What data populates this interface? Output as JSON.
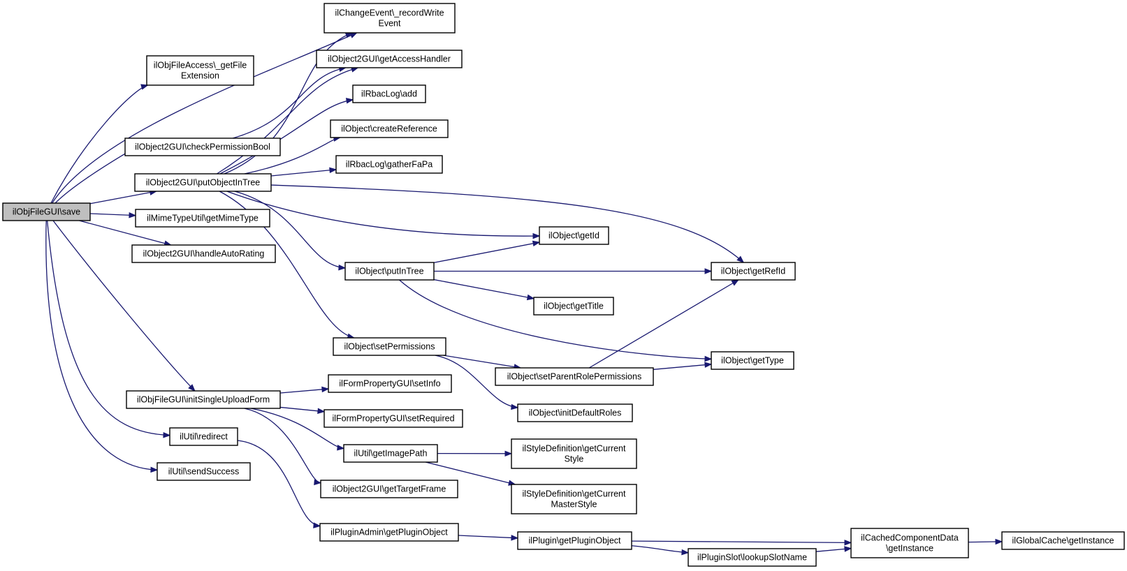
{
  "nodes": [
    {
      "id": "save",
      "lines": [
        "ilObjFileGUI\\save"
      ]
    },
    {
      "id": "getFileExt",
      "lines": [
        "ilObjFileAccess\\_getFile",
        "Extension"
      ]
    },
    {
      "id": "checkPerm",
      "lines": [
        "ilObject2GUI\\checkPermissionBool"
      ]
    },
    {
      "id": "putObj",
      "lines": [
        "ilObject2GUI\\putObjectInTree"
      ]
    },
    {
      "id": "mime",
      "lines": [
        "ilMimeTypeUtil\\getMimeType"
      ]
    },
    {
      "id": "autoRating",
      "lines": [
        "ilObject2GUI\\handleAutoRating"
      ]
    },
    {
      "id": "initForm",
      "lines": [
        "ilObjFileGUI\\initSingleUploadForm"
      ]
    },
    {
      "id": "redirect",
      "lines": [
        "ilUtil\\redirect"
      ]
    },
    {
      "id": "sendSuccess",
      "lines": [
        "ilUtil\\sendSuccess"
      ]
    },
    {
      "id": "recordWrite",
      "lines": [
        "ilChangeEvent\\_recordWrite",
        "Event"
      ]
    },
    {
      "id": "accessHandler",
      "lines": [
        "ilObject2GUI\\getAccessHandler"
      ]
    },
    {
      "id": "rbacAdd",
      "lines": [
        "ilRbacLog\\add"
      ]
    },
    {
      "id": "createRef",
      "lines": [
        "ilObject\\createReference"
      ]
    },
    {
      "id": "gatherFaPa",
      "lines": [
        "ilRbacLog\\gatherFaPa"
      ]
    },
    {
      "id": "getId",
      "lines": [
        "ilObject\\getId"
      ]
    },
    {
      "id": "putInTree",
      "lines": [
        "ilObject\\putInTree"
      ]
    },
    {
      "id": "getRefId",
      "lines": [
        "ilObject\\getRefId"
      ]
    },
    {
      "id": "getTitle",
      "lines": [
        "ilObject\\getTitle"
      ]
    },
    {
      "id": "setPerms",
      "lines": [
        "ilObject\\setPermissions"
      ]
    },
    {
      "id": "getType",
      "lines": [
        "ilObject\\getType"
      ]
    },
    {
      "id": "setParentRole",
      "lines": [
        "ilObject\\setParentRolePermissions"
      ]
    },
    {
      "id": "initRoles",
      "lines": [
        "ilObject\\initDefaultRoles"
      ]
    },
    {
      "id": "setInfo",
      "lines": [
        "ilFormPropertyGUI\\setInfo"
      ]
    },
    {
      "id": "setRequired",
      "lines": [
        "ilFormPropertyGUI\\setRequired"
      ]
    },
    {
      "id": "imagePath",
      "lines": [
        "ilUtil\\getImagePath"
      ]
    },
    {
      "id": "targetFrame",
      "lines": [
        "ilObject2GUI\\getTargetFrame"
      ]
    },
    {
      "id": "curStyle",
      "lines": [
        "ilStyleDefinition\\getCurrent",
        "Style"
      ]
    },
    {
      "id": "curMaster",
      "lines": [
        "ilStyleDefinition\\getCurrent",
        "MasterStyle"
      ]
    },
    {
      "id": "adminPlugin",
      "lines": [
        "ilPluginAdmin\\getPluginObject"
      ]
    },
    {
      "id": "pluginObj",
      "lines": [
        "ilPlugin\\getPluginObject"
      ]
    },
    {
      "id": "lookupSlot",
      "lines": [
        "ilPluginSlot\\lookupSlotName"
      ]
    },
    {
      "id": "cachedComp",
      "lines": [
        "ilCachedComponentData",
        "\\getInstance"
      ]
    },
    {
      "id": "globalCache",
      "lines": [
        "ilGlobalCache\\getInstance"
      ]
    }
  ],
  "edges": [
    [
      "save",
      "getFileExt"
    ],
    [
      "save",
      "recordWrite"
    ],
    [
      "save",
      "checkPerm"
    ],
    [
      "save",
      "putObj"
    ],
    [
      "save",
      "mime"
    ],
    [
      "save",
      "autoRating"
    ],
    [
      "save",
      "initForm"
    ],
    [
      "save",
      "redirect"
    ],
    [
      "save",
      "sendSuccess"
    ],
    [
      "checkPerm",
      "accessHandler"
    ],
    [
      "putObj",
      "recordWrite"
    ],
    [
      "putObj",
      "accessHandler"
    ],
    [
      "putObj",
      "rbacAdd"
    ],
    [
      "putObj",
      "createRef"
    ],
    [
      "putObj",
      "gatherFaPa"
    ],
    [
      "putObj",
      "getRefId"
    ],
    [
      "putObj",
      "getId"
    ],
    [
      "putObj",
      "putInTree"
    ],
    [
      "putObj",
      "setPerms"
    ],
    [
      "putInTree",
      "getId"
    ],
    [
      "putInTree",
      "getRefId"
    ],
    [
      "putInTree",
      "getTitle"
    ],
    [
      "putInTree",
      "getType"
    ],
    [
      "setPerms",
      "setParentRole"
    ],
    [
      "setPerms",
      "initRoles"
    ],
    [
      "setParentRole",
      "getRefId"
    ],
    [
      "setParentRole",
      "getType"
    ],
    [
      "initForm",
      "setInfo"
    ],
    [
      "initForm",
      "setRequired"
    ],
    [
      "initForm",
      "imagePath"
    ],
    [
      "initForm",
      "targetFrame"
    ],
    [
      "imagePath",
      "curStyle"
    ],
    [
      "imagePath",
      "curMaster"
    ],
    [
      "redirect",
      "adminPlugin"
    ],
    [
      "adminPlugin",
      "pluginObj"
    ],
    [
      "pluginObj",
      "cachedComp"
    ],
    [
      "pluginObj",
      "lookupSlot"
    ],
    [
      "lookupSlot",
      "cachedComp"
    ],
    [
      "cachedComp",
      "globalCache"
    ]
  ]
}
